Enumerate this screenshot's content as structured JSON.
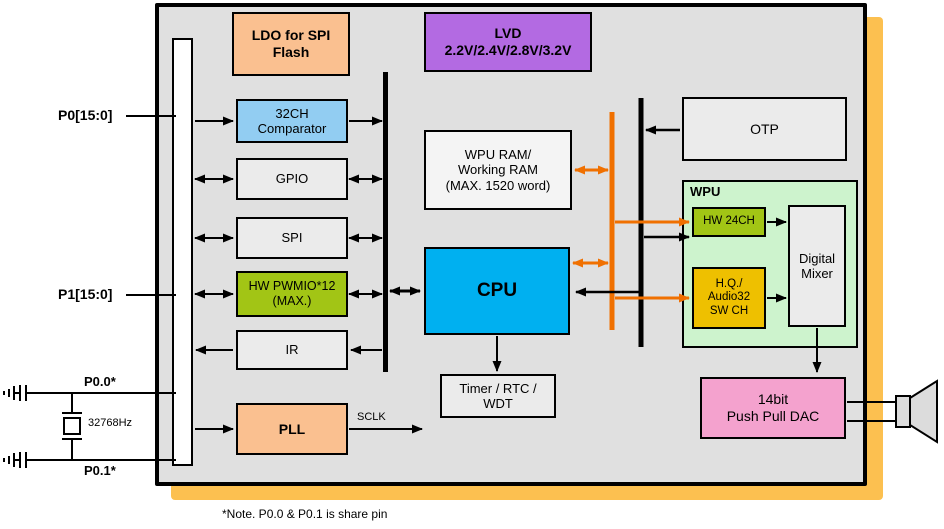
{
  "note": "*Note. P0.0 & P0.1 is share pin",
  "pins": {
    "p0_bus": "P0[15:0]",
    "p1_bus": "P1[15:0]",
    "p0_0": "P0.0*",
    "p0_1": "P0.1*"
  },
  "crystal": {
    "frequency": "32768Hz"
  },
  "signals": {
    "sclk": "SCLK"
  },
  "blocks": {
    "ldo": {
      "lines": [
        "LDO for SPI",
        "Flash"
      ]
    },
    "lvd": {
      "lines": [
        "LVD",
        "2.2V/2.4V/2.8V/3.2V"
      ]
    },
    "comparator": {
      "lines": [
        "32CH",
        "Comparator"
      ]
    },
    "gpio": {
      "label": "GPIO"
    },
    "spi": {
      "label": "SPI"
    },
    "pwmio": {
      "lines": [
        "HW PWMIO*12",
        "(MAX.)"
      ]
    },
    "ir": {
      "label": "IR"
    },
    "pll": {
      "label": "PLL"
    },
    "wpu_ram": {
      "lines": [
        "WPU RAM/",
        "Working RAM",
        "(MAX. 1520 word)"
      ]
    },
    "cpu": {
      "label": "CPU"
    },
    "timer": {
      "lines": [
        "Timer / RTC /",
        "WDT"
      ]
    },
    "otp": {
      "label": "OTP"
    },
    "wpu": {
      "label": "WPU"
    },
    "hw24ch": {
      "label": "HW 24CH"
    },
    "audio32": {
      "lines": [
        "H.Q./",
        "Audio32",
        "SW CH"
      ]
    },
    "mixer": {
      "lines": [
        "Digital",
        "Mixer"
      ]
    },
    "dac": {
      "lines": [
        "14bit",
        "Push Pull DAC"
      ]
    }
  },
  "colors": {
    "chip_background": "#e0e0e0",
    "chip_shadow": "#fcc050",
    "ldo_pll": "#fac090",
    "lvd": "#b36ae2",
    "comparator": "#92cdf2",
    "pwm_green": "#a2c515",
    "audio_gold": "#eec000",
    "cpu_cyan": "#00b0f0",
    "wpu_green": "#cdf3cd",
    "dac_pink": "#f4a2ce",
    "bus_orange": "#f07000"
  }
}
